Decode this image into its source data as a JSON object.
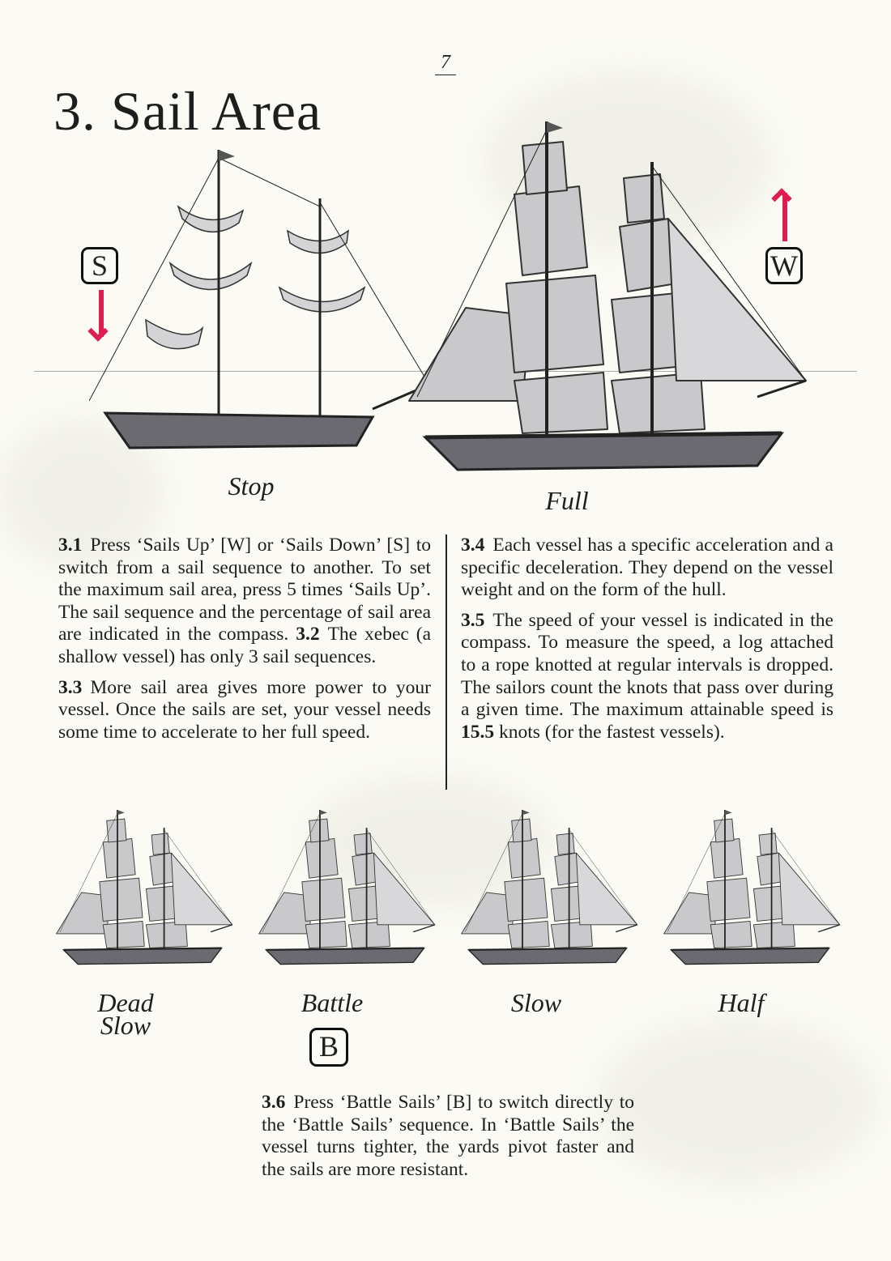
{
  "page_number": "7",
  "title": "3. Sail Area",
  "keys": {
    "sails_up": "W",
    "sails_down": "S",
    "battle": "B"
  },
  "colors": {
    "arrow": "#dc1f50",
    "background": "#fbfaf4"
  },
  "big_ships": {
    "stop": "Stop",
    "full": "Full"
  },
  "small_ships": [
    "Dead Slow",
    "Battle",
    "Slow",
    "Half"
  ],
  "paragraphs": {
    "p31": {
      "num": "3.1",
      "text": "Press ‘Sails Up’ [W] or ‘Sails Down’ [S] to switch from a sail sequence to an­other. To set the maximum sail area, press 5 times ‘Sails Up’. The sail sequence and the percentage of sail area are indicated in the compass.",
      "num2": "3.2",
      "text2": "The xebec (a shallow vessel) has only 3 sail sequences."
    },
    "p33": {
      "num": "3.3",
      "text": "More sail area gives more power to your vessel. Once the sails are set, your vessel needs some time to accelerate to her full speed."
    },
    "p34": {
      "num": "3.4",
      "text": "Each vessel has a specific accel­eration and a specific deceleration. They depend on the vessel weight and on the form of the hull."
    },
    "p35": {
      "num": "3.5",
      "text": "The speed of your vessel is indicated in the compass. To measure the speed, a log attached to a rope knotted at regular intervals is dropped. The sailors count the knots that pass over during a given time. The maximum attainable speed is",
      "bold": "15.5",
      "text_end": "knots (for the fastest vessels)."
    },
    "p36": {
      "num": "3.6",
      "text": "Press ‘Battle Sails’ [B] to switch directly to the ‘Battle Sails’ sequence. In ‘Battle Sails’ the vessel turns tighter, the yards pivot faster and the sails are more resistant."
    }
  }
}
